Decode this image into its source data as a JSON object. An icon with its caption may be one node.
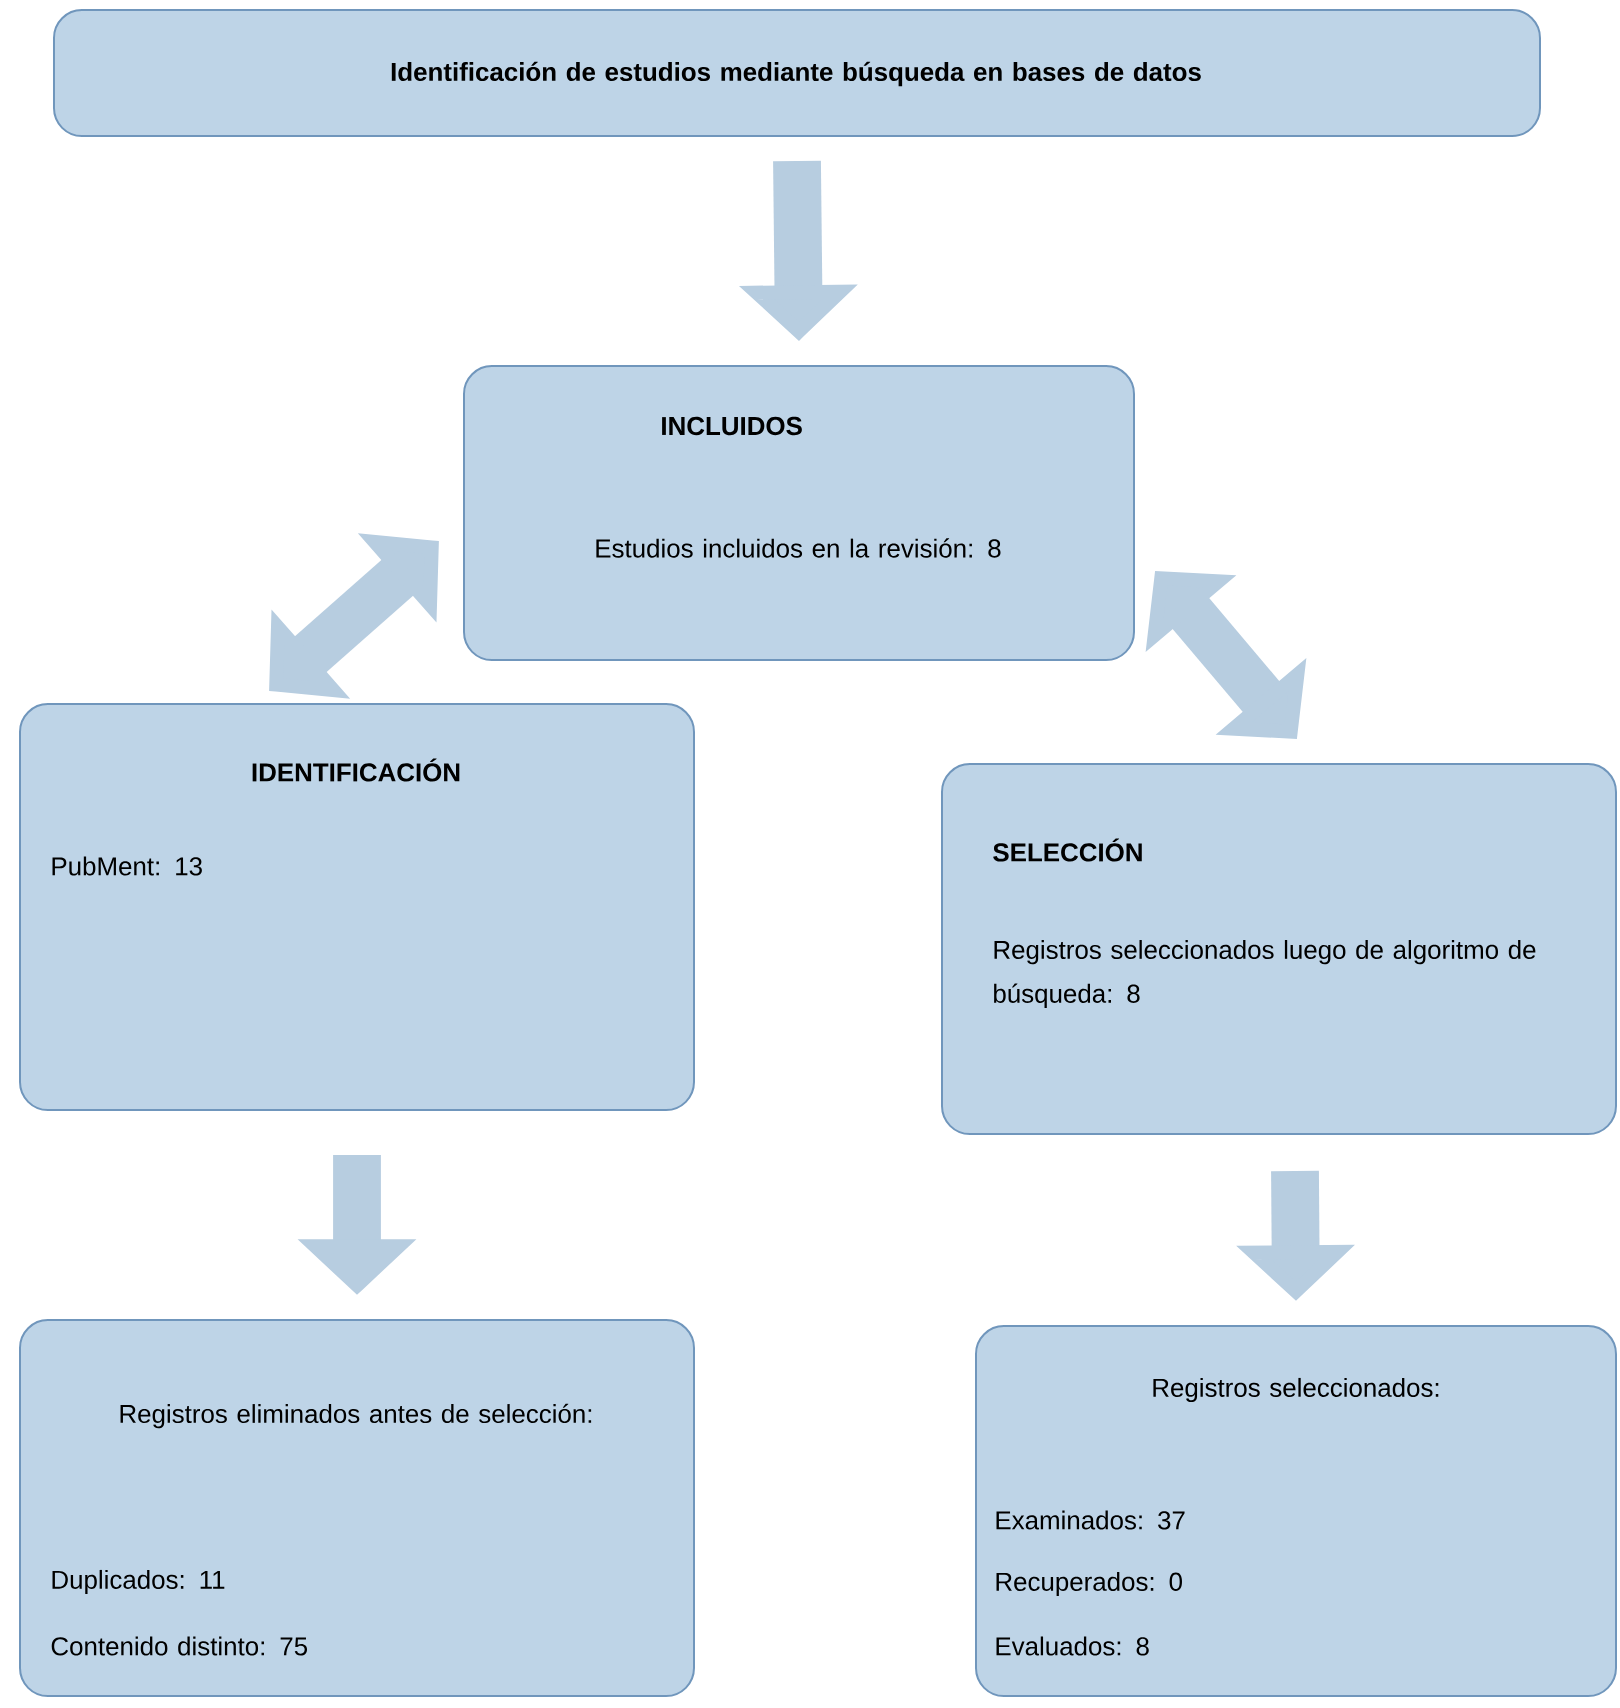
{
  "diagram": {
    "nodes": [
      {
        "text": [
          "Identificación de estudios mediante búsqueda en bases de datos"
        ]
      },
      {
        "text": [
          "INCLUIDOS",
          "Estudios incluidos en la revisión: 8"
        ]
      },
      {
        "text": [
          "IDENTIFICACIÓN",
          "PubMent: 13"
        ]
      },
      {
        "text": [
          "SELECCIÓN",
          "Registros seleccionados luego de algoritmo de búsqueda: 8"
        ]
      },
      {
        "text": [
          "Registros eliminados antes de selección:",
          "Duplicados: 11",
          "Contenido distinto: 75"
        ]
      },
      {
        "text": [
          "Registros seleccionados:",
          "Examinados: 37",
          "Recuperados: 0",
          "Evaluados: 8"
        ]
      }
    ],
    "edges": [
      {
        "from": 0,
        "to": 1,
        "arrow": "to"
      },
      {
        "from": 1,
        "to": 2,
        "arrow": "both"
      },
      {
        "from": 1,
        "to": 3,
        "arrow": "both"
      },
      {
        "from": 2,
        "to": 4,
        "arrow": "to"
      },
      {
        "from": 3,
        "to": 5,
        "arrow": "to"
      }
    ]
  }
}
